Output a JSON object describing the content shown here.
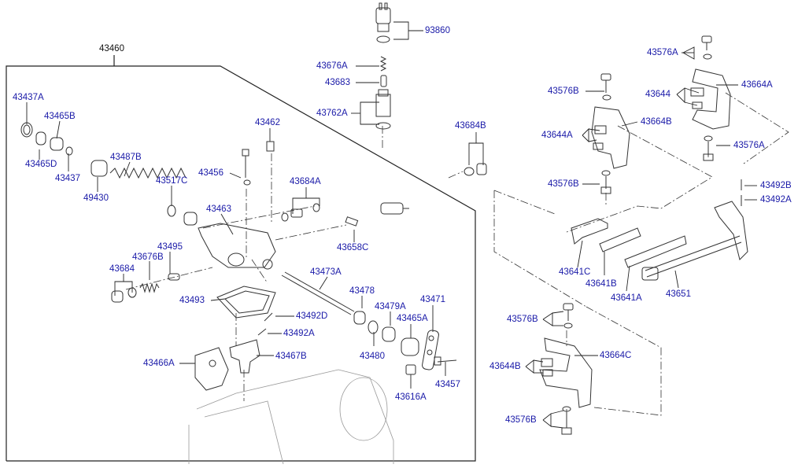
{
  "colors": {
    "label": "#1a1aa8",
    "line": "#222222",
    "part": "#333333"
  },
  "diagram": {
    "group_label": "43460",
    "labels": {
      "p93860": "93860",
      "p43676A": "43676A",
      "p43683": "43683",
      "p43762A": "43762A",
      "p43684B": "43684B",
      "p43437A": "43437A",
      "p43465B": "43465B",
      "p43465D": "43465D",
      "p43437": "43437",
      "p43487B": "43487B",
      "p49430": "49430",
      "p43517C": "43517C",
      "p43462": "43462",
      "p43456": "43456",
      "p43684A": "43684A",
      "p43463": "43463",
      "p43658C": "43658C",
      "p43684": "43684",
      "p43676B": "43676B",
      "p43495": "43495",
      "p43473A": "43473A",
      "p43493": "43493",
      "p43478": "43478",
      "p43479A": "43479A",
      "p43471": "43471",
      "p43492D": "43492D",
      "p43465A": "43465A",
      "p43492A_l": "43492A",
      "p43466A": "43466A",
      "p43467B": "43467B",
      "p43480": "43480",
      "p43457": "43457",
      "p43616A": "43616A",
      "p43576A_t": "43576A",
      "p43664A": "43664A",
      "p43576B_t": "43576B",
      "p43644": "43644",
      "p43664B": "43664B",
      "p43644A": "43644A",
      "p43576A_m": "43576A",
      "p43576B_m": "43576B",
      "p43492B": "43492B",
      "p43492A_r": "43492A",
      "p43641C": "43641C",
      "p43641B": "43641B",
      "p43641A": "43641A",
      "p43651": "43651",
      "p43576B_b1": "43576B",
      "p43664C": "43664C",
      "p43644B": "43644B",
      "p43576B_b2": "43576B"
    }
  }
}
